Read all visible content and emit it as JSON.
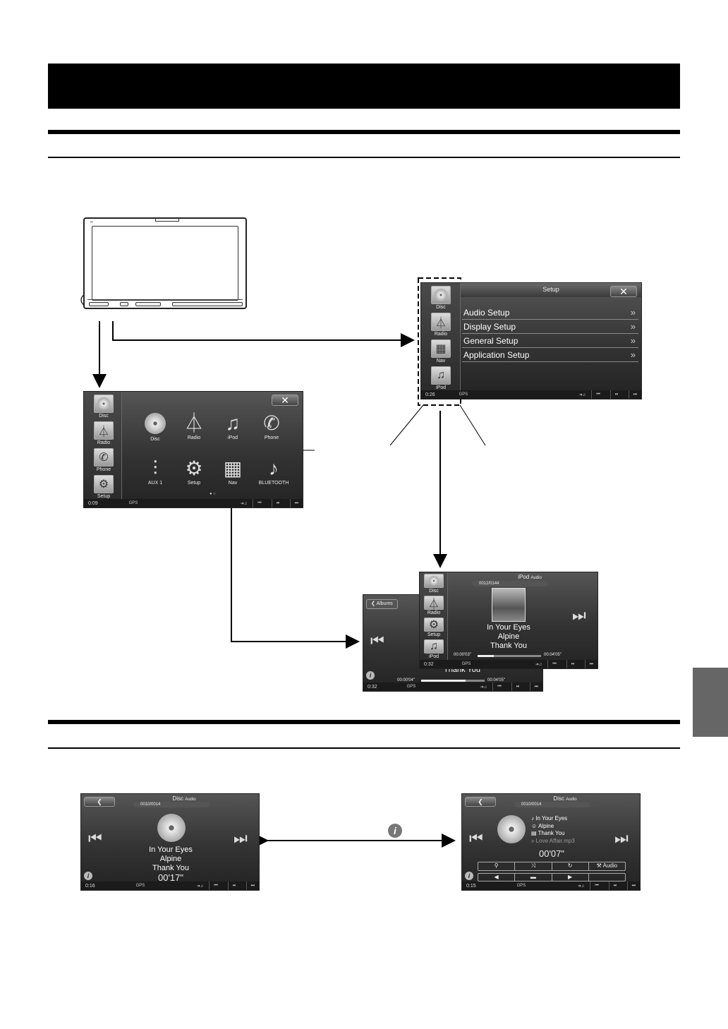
{
  "setup_screen": {
    "title": "Setup",
    "close": "✕",
    "rows": [
      "Audio Setup",
      "Display Setup",
      "General Setup",
      "Application Setup"
    ],
    "time": "0:26",
    "status": [
      "GPS"
    ]
  },
  "favorites_setup": [
    {
      "label": "Disc"
    },
    {
      "label": "Radio"
    },
    {
      "label": "Nav"
    },
    {
      "label": "iPod"
    }
  ],
  "menu_screen": {
    "close": "✕",
    "time": "0:09",
    "favorites": [
      {
        "label": "Disc"
      },
      {
        "label": "Radio"
      },
      {
        "label": "Phone"
      },
      {
        "label": "Setup"
      }
    ],
    "apps": [
      {
        "label": "Disc",
        "icon": "disc-icon"
      },
      {
        "label": "Radio",
        "icon": "antenna-icon"
      },
      {
        "label": "iPod",
        "icon": "music-note-icon"
      },
      {
        "label": "Phone",
        "icon": "phone-icon"
      },
      {
        "label": "AUX 1",
        "icon": "rca-plug-icon"
      },
      {
        "label": "Setup",
        "icon": "gear-wrench-icon"
      },
      {
        "label": "Nav",
        "icon": "map-icon"
      },
      {
        "label": "BLUETOOTH",
        "icon": "bluetooth-icon"
      }
    ],
    "status": [
      "GPS"
    ]
  },
  "ipod_screen": {
    "title": "iPod",
    "subtitle": "Audio",
    "track_no": "0012/0144",
    "song": "In Your Eyes",
    "artist": "Alpine",
    "album": "Thank You",
    "elapsed": "00:00'03\"",
    "total": "00:04'05\"",
    "progress": 0.25,
    "time": "0:32",
    "favorites": [
      {
        "label": "Disc"
      },
      {
        "label": "Radio"
      },
      {
        "label": "Setup"
      },
      {
        "label": "iPod"
      }
    ],
    "status": [
      "GPS"
    ]
  },
  "albums_screen": {
    "back": "Albums",
    "album": "Thank You",
    "elapsed": "00:00'04\"",
    "total": "00:04'05\"",
    "progress": 0.7,
    "time": "0:32",
    "status": [
      "GPS"
    ]
  },
  "disc_screen_a": {
    "title": "Disc",
    "subtitle": "Audio",
    "track_no": "0010/0014",
    "song": "In Your Eyes",
    "artist": "Alpine",
    "album": "Thank You",
    "elapsed": "00'17\"",
    "time": "0:16",
    "status": [
      "GPS"
    ]
  },
  "disc_screen_b": {
    "title": "Disc",
    "subtitle": "Audio",
    "track_no": "0010/0014",
    "song": "In Your Eyes",
    "artist": "Alpine",
    "album": "Thank You",
    "file": "Love Affair.mp3",
    "elapsed": "00'07\"",
    "audio_btn": "Audio",
    "time": "0:15",
    "status": [
      "GPS"
    ]
  }
}
